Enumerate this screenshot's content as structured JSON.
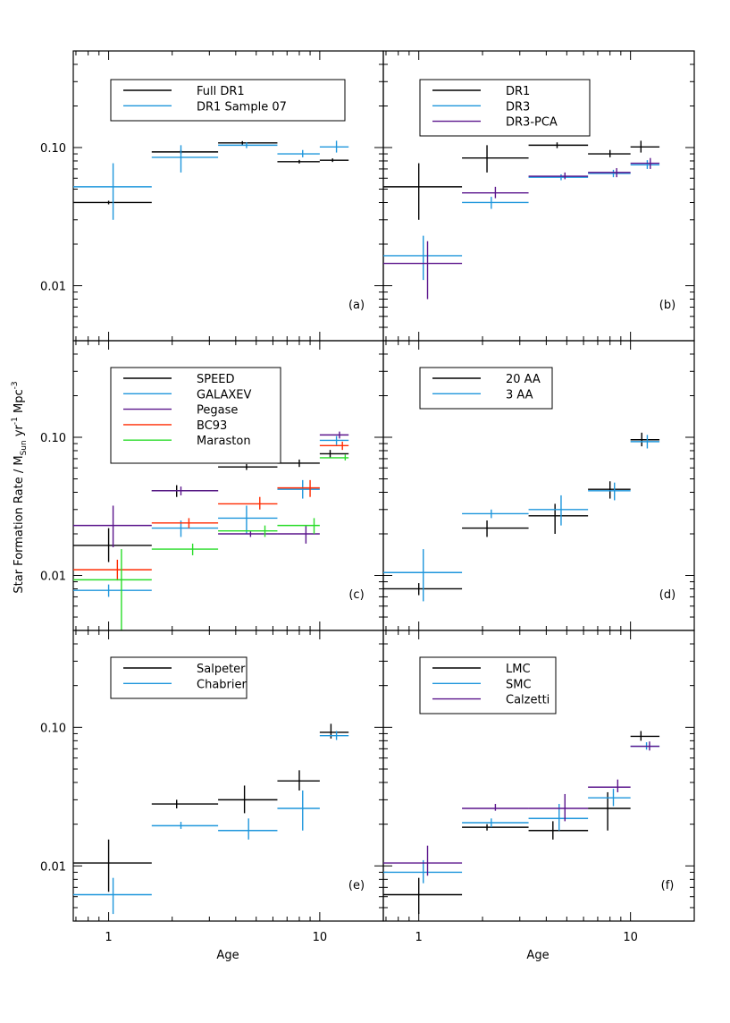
{
  "figure": {
    "ylabel_main": "Star Formation Rate  / M",
    "ylabel_sub": "Sun",
    "ylabel_rest": " yr",
    "ylabel_sup1": "-1",
    "ylabel_mpc": " Mpc",
    "ylabel_sup2": "-3",
    "xlabel": "Age",
    "xscale": "log",
    "yscale": "log",
    "xlim": [
      0.68,
      20
    ],
    "ylim": [
      0.004,
      0.5
    ],
    "xticks": [
      {
        "v": 1,
        "label": "1"
      },
      {
        "v": 10,
        "label": "10"
      }
    ],
    "yticks": [
      {
        "v": 0.01,
        "label": "0.01"
      },
      {
        "v": 0.1,
        "label": "0.10"
      }
    ]
  },
  "colors": {
    "black": "#000000",
    "blue": "#1e96dc",
    "purple": "#5a148c",
    "red": "#ff2a00",
    "green": "#28dc28"
  },
  "chart_data": [
    {
      "panel": "(a)",
      "type": "scatter",
      "series": [
        {
          "name": "Full DR1",
          "color": "black",
          "points": [
            {
              "x": 1.0,
              "xlo": 0.68,
              "xhi": 1.6,
              "y": 0.04,
              "ylo": 0.04,
              "yhi": 0.04
            },
            {
              "x": 2.2,
              "xlo": 1.6,
              "xhi": 3.3,
              "y": 0.093,
              "ylo": 0.093,
              "yhi": 0.093
            },
            {
              "x": 4.3,
              "xlo": 3.3,
              "xhi": 6.3,
              "y": 0.108,
              "ylo": 0.108,
              "yhi": 0.108
            },
            {
              "x": 8.0,
              "xlo": 6.3,
              "xhi": 10.0,
              "y": 0.079,
              "ylo": 0.079,
              "yhi": 0.079
            },
            {
              "x": 11.5,
              "xlo": 10.0,
              "xhi": 13.7,
              "y": 0.081,
              "ylo": 0.081,
              "yhi": 0.081
            }
          ]
        },
        {
          "name": "DR1 Sample 07",
          "color": "blue",
          "points": [
            {
              "x": 1.05,
              "xlo": 0.68,
              "xhi": 1.6,
              "y": 0.052,
              "ylo": 0.03,
              "yhi": 0.077
            },
            {
              "x": 2.2,
              "xlo": 1.6,
              "xhi": 3.3,
              "y": 0.085,
              "ylo": 0.066,
              "yhi": 0.104
            },
            {
              "x": 4.5,
              "xlo": 3.3,
              "xhi": 6.3,
              "y": 0.104,
              "ylo": 0.099,
              "yhi": 0.109
            },
            {
              "x": 8.3,
              "xlo": 6.3,
              "xhi": 10.0,
              "y": 0.09,
              "ylo": 0.085,
              "yhi": 0.096
            },
            {
              "x": 12.0,
              "xlo": 10.0,
              "xhi": 13.7,
              "y": 0.101,
              "ylo": 0.092,
              "yhi": 0.112
            }
          ]
        }
      ]
    },
    {
      "panel": "(b)",
      "type": "scatter",
      "series": [
        {
          "name": "DR1",
          "color": "black",
          "points": [
            {
              "x": 1.0,
              "xlo": 0.68,
              "xhi": 1.6,
              "y": 0.052,
              "ylo": 0.03,
              "yhi": 0.077
            },
            {
              "x": 2.1,
              "xlo": 1.6,
              "xhi": 3.3,
              "y": 0.084,
              "ylo": 0.066,
              "yhi": 0.104
            },
            {
              "x": 4.5,
              "xlo": 3.3,
              "xhi": 6.3,
              "y": 0.104,
              "ylo": 0.099,
              "yhi": 0.109
            },
            {
              "x": 8.0,
              "xlo": 6.3,
              "xhi": 10.0,
              "y": 0.09,
              "ylo": 0.085,
              "yhi": 0.096
            },
            {
              "x": 11.2,
              "xlo": 10.0,
              "xhi": 13.7,
              "y": 0.101,
              "ylo": 0.092,
              "yhi": 0.112
            }
          ]
        },
        {
          "name": "DR3",
          "color": "blue",
          "points": [
            {
              "x": 1.05,
              "xlo": 0.68,
              "xhi": 1.6,
              "y": 0.0165,
              "ylo": 0.011,
              "yhi": 0.023
            },
            {
              "x": 2.2,
              "xlo": 1.6,
              "xhi": 3.3,
              "y": 0.04,
              "ylo": 0.036,
              "yhi": 0.044
            },
            {
              "x": 4.7,
              "xlo": 3.3,
              "xhi": 6.3,
              "y": 0.061,
              "ylo": 0.058,
              "yhi": 0.064
            },
            {
              "x": 8.3,
              "xlo": 6.3,
              "xhi": 10.0,
              "y": 0.065,
              "ylo": 0.061,
              "yhi": 0.069
            },
            {
              "x": 12.0,
              "xlo": 10.0,
              "xhi": 13.7,
              "y": 0.075,
              "ylo": 0.07,
              "yhi": 0.081
            }
          ]
        },
        {
          "name": "DR3-PCA",
          "color": "purple",
          "points": [
            {
              "x": 1.1,
              "xlo": 0.68,
              "xhi": 1.6,
              "y": 0.0145,
              "ylo": 0.008,
              "yhi": 0.021
            },
            {
              "x": 2.3,
              "xlo": 1.6,
              "xhi": 3.3,
              "y": 0.047,
              "ylo": 0.043,
              "yhi": 0.052
            },
            {
              "x": 4.9,
              "xlo": 3.3,
              "xhi": 6.3,
              "y": 0.062,
              "ylo": 0.059,
              "yhi": 0.066
            },
            {
              "x": 8.6,
              "xlo": 6.3,
              "xhi": 10.0,
              "y": 0.066,
              "ylo": 0.061,
              "yhi": 0.071
            },
            {
              "x": 12.4,
              "xlo": 10.0,
              "xhi": 13.7,
              "y": 0.077,
              "ylo": 0.07,
              "yhi": 0.084
            }
          ]
        }
      ]
    },
    {
      "panel": "(c)",
      "type": "scatter",
      "series": [
        {
          "name": "SPEED",
          "color": "black",
          "points": [
            {
              "x": 1.0,
              "xlo": 0.68,
              "xhi": 1.6,
              "y": 0.0165,
              "ylo": 0.0125,
              "yhi": 0.022
            },
            {
              "x": 2.1,
              "xlo": 1.6,
              "xhi": 3.3,
              "y": 0.041,
              "ylo": 0.037,
              "yhi": 0.045
            },
            {
              "x": 4.5,
              "xlo": 3.3,
              "xhi": 6.3,
              "y": 0.061,
              "ylo": 0.058,
              "yhi": 0.064
            },
            {
              "x": 8.0,
              "xlo": 6.3,
              "xhi": 10.0,
              "y": 0.065,
              "ylo": 0.061,
              "yhi": 0.069
            },
            {
              "x": 11.2,
              "xlo": 10.0,
              "xhi": 13.7,
              "y": 0.076,
              "ylo": 0.071,
              "yhi": 0.081
            }
          ]
        },
        {
          "name": "GALAXEV",
          "color": "blue",
          "points": [
            {
              "x": 1.0,
              "xlo": 0.68,
              "xhi": 1.6,
              "y": 0.0078,
              "ylo": 0.007,
              "yhi": 0.0086
            },
            {
              "x": 2.2,
              "xlo": 1.6,
              "xhi": 3.3,
              "y": 0.022,
              "ylo": 0.019,
              "yhi": 0.025
            },
            {
              "x": 4.5,
              "xlo": 3.3,
              "xhi": 6.3,
              "y": 0.026,
              "ylo": 0.02,
              "yhi": 0.032
            },
            {
              "x": 8.3,
              "xlo": 6.3,
              "xhi": 10.0,
              "y": 0.042,
              "ylo": 0.036,
              "yhi": 0.049
            },
            {
              "x": 12.0,
              "xlo": 10.0,
              "xhi": 13.7,
              "y": 0.095,
              "ylo": 0.088,
              "yhi": 0.102
            }
          ]
        },
        {
          "name": "Pegase",
          "color": "purple",
          "points": [
            {
              "x": 1.05,
              "xlo": 0.68,
              "xhi": 1.6,
              "y": 0.023,
              "ylo": 0.016,
              "yhi": 0.032
            },
            {
              "x": 2.2,
              "xlo": 1.6,
              "xhi": 3.3,
              "y": 0.041,
              "ylo": 0.038,
              "yhi": 0.044
            },
            {
              "x": 4.7,
              "xlo": 3.3,
              "xhi": 6.3,
              "y": 0.02,
              "ylo": 0.019,
              "yhi": 0.021
            },
            {
              "x": 8.6,
              "xlo": 6.3,
              "xhi": 10.0,
              "y": 0.02,
              "ylo": 0.017,
              "yhi": 0.023
            },
            {
              "x": 12.4,
              "xlo": 10.0,
              "xhi": 13.7,
              "y": 0.104,
              "ylo": 0.098,
              "yhi": 0.11
            }
          ]
        },
        {
          "name": "BC93",
          "color": "red",
          "points": [
            {
              "x": 1.1,
              "xlo": 0.68,
              "xhi": 1.6,
              "y": 0.011,
              "ylo": 0.0092,
              "yhi": 0.013
            },
            {
              "x": 2.4,
              "xlo": 1.6,
              "xhi": 3.3,
              "y": 0.024,
              "ylo": 0.022,
              "yhi": 0.026
            },
            {
              "x": 5.2,
              "xlo": 3.3,
              "xhi": 6.3,
              "y": 0.033,
              "ylo": 0.03,
              "yhi": 0.037
            },
            {
              "x": 9.0,
              "xlo": 6.3,
              "xhi": 10.0,
              "y": 0.043,
              "ylo": 0.037,
              "yhi": 0.049
            },
            {
              "x": 12.8,
              "xlo": 10.0,
              "xhi": 13.7,
              "y": 0.087,
              "ylo": 0.081,
              "yhi": 0.093
            }
          ]
        },
        {
          "name": "Maraston",
          "color": "green",
          "points": [
            {
              "x": 1.15,
              "xlo": 0.68,
              "xhi": 1.6,
              "y": 0.0093,
              "ylo": 0.004,
              "yhi": 0.0155
            },
            {
              "x": 2.5,
              "xlo": 1.6,
              "xhi": 3.3,
              "y": 0.0155,
              "ylo": 0.014,
              "yhi": 0.017
            },
            {
              "x": 5.5,
              "xlo": 3.3,
              "xhi": 6.3,
              "y": 0.021,
              "ylo": 0.019,
              "yhi": 0.023
            },
            {
              "x": 9.4,
              "xlo": 6.3,
              "xhi": 10.0,
              "y": 0.023,
              "ylo": 0.02,
              "yhi": 0.026
            },
            {
              "x": 13.2,
              "xlo": 10.0,
              "xhi": 13.7,
              "y": 0.071,
              "ylo": 0.068,
              "yhi": 0.075
            }
          ]
        }
      ]
    },
    {
      "panel": "(d)",
      "type": "scatter",
      "series": [
        {
          "name": "20 AA",
          "color": "black",
          "points": [
            {
              "x": 1.0,
              "xlo": 0.68,
              "xhi": 1.6,
              "y": 0.008,
              "ylo": 0.0072,
              "yhi": 0.0088
            },
            {
              "x": 2.1,
              "xlo": 1.6,
              "xhi": 3.3,
              "y": 0.022,
              "ylo": 0.019,
              "yhi": 0.025
            },
            {
              "x": 4.4,
              "xlo": 3.3,
              "xhi": 6.3,
              "y": 0.027,
              "ylo": 0.02,
              "yhi": 0.033
            },
            {
              "x": 8.0,
              "xlo": 6.3,
              "xhi": 10.0,
              "y": 0.042,
              "ylo": 0.036,
              "yhi": 0.048
            },
            {
              "x": 11.3,
              "xlo": 10.0,
              "xhi": 13.7,
              "y": 0.096,
              "ylo": 0.086,
              "yhi": 0.108
            }
          ]
        },
        {
          "name": "3 AA",
          "color": "blue",
          "points": [
            {
              "x": 1.05,
              "xlo": 0.68,
              "xhi": 1.6,
              "y": 0.0105,
              "ylo": 0.0065,
              "yhi": 0.0155
            },
            {
              "x": 2.2,
              "xlo": 1.6,
              "xhi": 3.3,
              "y": 0.028,
              "ylo": 0.026,
              "yhi": 0.03
            },
            {
              "x": 4.7,
              "xlo": 3.3,
              "xhi": 6.3,
              "y": 0.03,
              "ylo": 0.023,
              "yhi": 0.038
            },
            {
              "x": 8.4,
              "xlo": 6.3,
              "xhi": 10.0,
              "y": 0.041,
              "ylo": 0.035,
              "yhi": 0.047
            },
            {
              "x": 12.0,
              "xlo": 10.0,
              "xhi": 13.7,
              "y": 0.093,
              "ylo": 0.083,
              "yhi": 0.104
            }
          ]
        }
      ]
    },
    {
      "panel": "(e)",
      "type": "scatter",
      "series": [
        {
          "name": "Salpeter",
          "color": "black",
          "points": [
            {
              "x": 1.0,
              "xlo": 0.68,
              "xhi": 1.6,
              "y": 0.0105,
              "ylo": 0.0065,
              "yhi": 0.0155
            },
            {
              "x": 2.1,
              "xlo": 1.6,
              "xhi": 3.3,
              "y": 0.028,
              "ylo": 0.026,
              "yhi": 0.03
            },
            {
              "x": 4.4,
              "xlo": 3.3,
              "xhi": 6.3,
              "y": 0.03,
              "ylo": 0.024,
              "yhi": 0.038
            },
            {
              "x": 8.0,
              "xlo": 6.3,
              "xhi": 10.0,
              "y": 0.041,
              "ylo": 0.035,
              "yhi": 0.049
            },
            {
              "x": 11.3,
              "xlo": 10.0,
              "xhi": 13.7,
              "y": 0.092,
              "ylo": 0.083,
              "yhi": 0.106
            }
          ]
        },
        {
          "name": "Chabrier",
          "color": "blue",
          "points": [
            {
              "x": 1.05,
              "xlo": 0.68,
              "xhi": 1.6,
              "y": 0.0062,
              "ylo": 0.0045,
              "yhi": 0.0082
            },
            {
              "x": 2.2,
              "xlo": 1.6,
              "xhi": 3.3,
              "y": 0.0195,
              "ylo": 0.0185,
              "yhi": 0.0208
            },
            {
              "x": 4.6,
              "xlo": 3.3,
              "xhi": 6.3,
              "y": 0.018,
              "ylo": 0.0155,
              "yhi": 0.022
            },
            {
              "x": 8.3,
              "xlo": 6.3,
              "xhi": 10.0,
              "y": 0.026,
              "ylo": 0.018,
              "yhi": 0.035
            },
            {
              "x": 12.0,
              "xlo": 10.0,
              "xhi": 13.7,
              "y": 0.087,
              "ylo": 0.081,
              "yhi": 0.094
            }
          ]
        }
      ]
    },
    {
      "panel": "(f)",
      "type": "scatter",
      "series": [
        {
          "name": "LMC",
          "color": "black",
          "points": [
            {
              "x": 1.0,
              "xlo": 0.68,
              "xhi": 1.6,
              "y": 0.0062,
              "ylo": 0.0045,
              "yhi": 0.0082
            },
            {
              "x": 2.1,
              "xlo": 1.6,
              "xhi": 3.3,
              "y": 0.019,
              "ylo": 0.018,
              "yhi": 0.02
            },
            {
              "x": 4.3,
              "xlo": 3.3,
              "xhi": 6.3,
              "y": 0.018,
              "ylo": 0.0155,
              "yhi": 0.021
            },
            {
              "x": 7.8,
              "xlo": 6.3,
              "xhi": 10.0,
              "y": 0.026,
              "ylo": 0.018,
              "yhi": 0.034
            },
            {
              "x": 11.2,
              "xlo": 10.0,
              "xhi": 13.7,
              "y": 0.086,
              "ylo": 0.08,
              "yhi": 0.094
            }
          ]
        },
        {
          "name": "SMC",
          "color": "blue",
          "points": [
            {
              "x": 1.05,
              "xlo": 0.68,
              "xhi": 1.6,
              "y": 0.009,
              "ylo": 0.0075,
              "yhi": 0.011
            },
            {
              "x": 2.2,
              "xlo": 1.6,
              "xhi": 3.3,
              "y": 0.0205,
              "ylo": 0.019,
              "yhi": 0.022
            },
            {
              "x": 4.6,
              "xlo": 3.3,
              "xhi": 6.3,
              "y": 0.022,
              "ylo": 0.018,
              "yhi": 0.028
            },
            {
              "x": 8.3,
              "xlo": 6.3,
              "xhi": 10.0,
              "y": 0.031,
              "ylo": 0.027,
              "yhi": 0.036
            },
            {
              "x": 11.9,
              "xlo": 10.0,
              "xhi": 13.7,
              "y": 0.073,
              "ylo": 0.069,
              "yhi": 0.078
            }
          ]
        },
        {
          "name": "Calzetti",
          "color": "purple",
          "points": [
            {
              "x": 1.1,
              "xlo": 0.68,
              "xhi": 1.6,
              "y": 0.0105,
              "ylo": 0.0085,
              "yhi": 0.014
            },
            {
              "x": 2.3,
              "xlo": 1.6,
              "xhi": 3.3,
              "y": 0.026,
              "ylo": 0.025,
              "yhi": 0.028
            },
            {
              "x": 4.9,
              "xlo": 3.3,
              "xhi": 6.3,
              "y": 0.026,
              "ylo": 0.021,
              "yhi": 0.033
            },
            {
              "x": 8.7,
              "xlo": 6.3,
              "xhi": 10.0,
              "y": 0.037,
              "ylo": 0.034,
              "yhi": 0.042
            },
            {
              "x": 12.3,
              "xlo": 10.0,
              "xhi": 13.7,
              "y": 0.073,
              "ylo": 0.068,
              "yhi": 0.079
            }
          ]
        }
      ]
    }
  ]
}
